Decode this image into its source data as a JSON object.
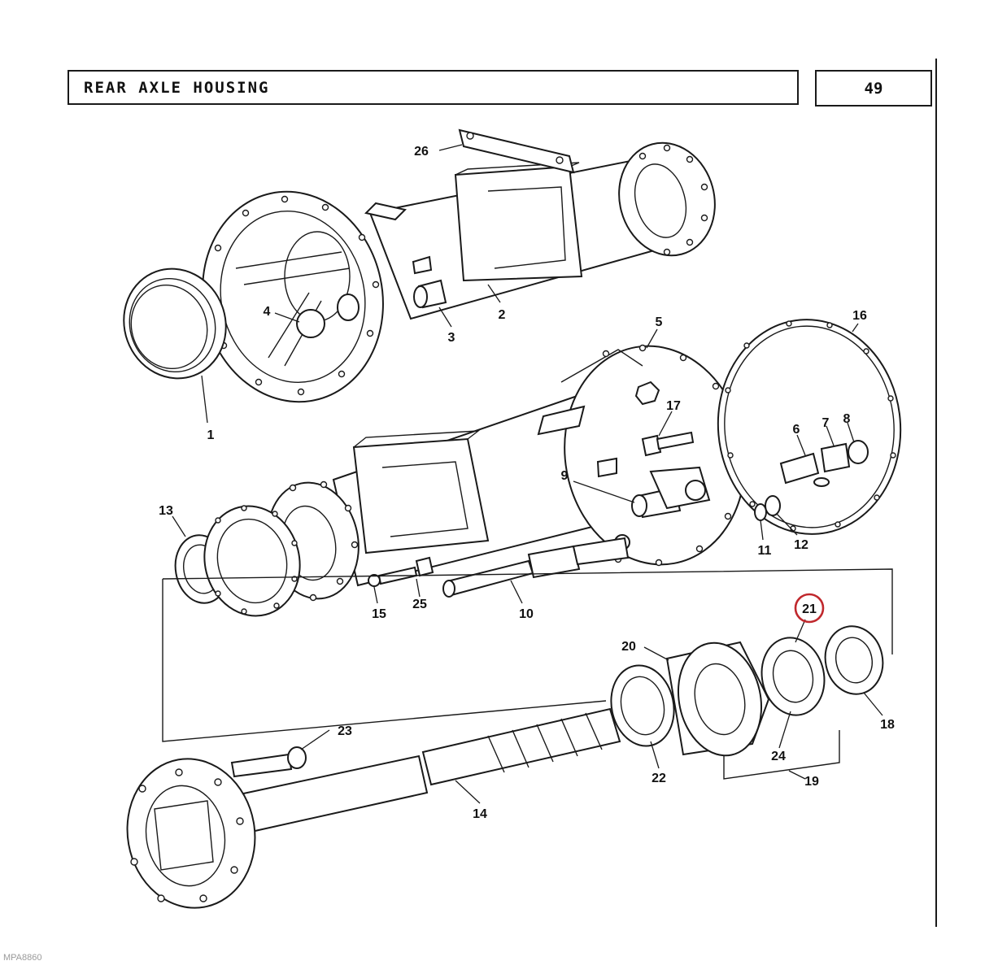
{
  "header": {
    "title": "REAR AXLE HOUSING",
    "page_number": "49"
  },
  "footer": {
    "image_code": "MPA8860"
  },
  "highlight": {
    "color": "#c0282d",
    "callout": "21"
  },
  "callouts": [
    {
      "id": "c1",
      "text": "1"
    },
    {
      "id": "c2",
      "text": "2"
    },
    {
      "id": "c3",
      "text": "3"
    },
    {
      "id": "c4",
      "text": "4"
    },
    {
      "id": "c5",
      "text": "5"
    },
    {
      "id": "c6",
      "text": "6"
    },
    {
      "id": "c7",
      "text": "7"
    },
    {
      "id": "c8",
      "text": "8"
    },
    {
      "id": "c9",
      "text": "9"
    },
    {
      "id": "c10",
      "text": "10"
    },
    {
      "id": "c11",
      "text": "11"
    },
    {
      "id": "c12",
      "text": "12"
    },
    {
      "id": "c13",
      "text": "13"
    },
    {
      "id": "c14",
      "text": "14"
    },
    {
      "id": "c15",
      "text": "15"
    },
    {
      "id": "c16",
      "text": "16"
    },
    {
      "id": "c17",
      "text": "17"
    },
    {
      "id": "c18",
      "text": "18"
    },
    {
      "id": "c19",
      "text": "19"
    },
    {
      "id": "c20",
      "text": "20"
    },
    {
      "id": "c21",
      "text": "21"
    },
    {
      "id": "c22",
      "text": "22"
    },
    {
      "id": "c23",
      "text": "23"
    },
    {
      "id": "c24",
      "text": "24"
    },
    {
      "id": "c25",
      "text": "25"
    },
    {
      "id": "c26",
      "text": "26"
    }
  ]
}
